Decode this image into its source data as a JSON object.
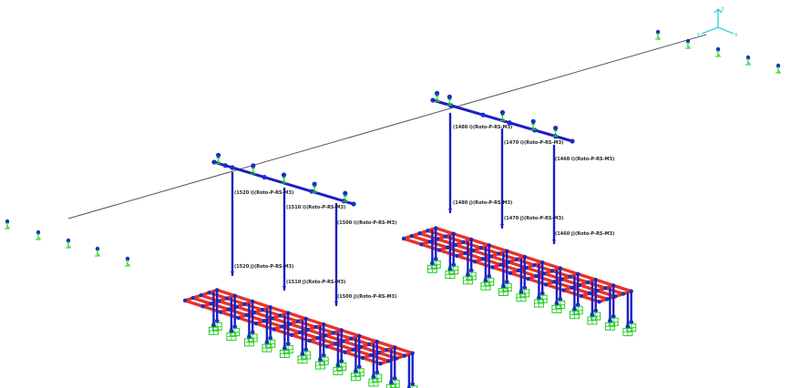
{
  "colors": {
    "background": "#ffffff",
    "beam": "#1a1fc4",
    "node": "#1730c8",
    "grid": "#e8322a",
    "support": "#22cc22",
    "axis_triad": "#14c8d0",
    "main_line": "#555555"
  },
  "axis_triad": {
    "z_label": "Z",
    "x_label": "X",
    "y_label": "Y"
  },
  "labels": {
    "left_a_top": "(1520 i)(Roto-P-RS-M3)",
    "left_a_bot": "(1520 j)(Roto-P-RS-M3)",
    "left_b_top": "(1510 i)(Roto-P-RS-M3)",
    "left_b_bot": "(1510 j)(Roto-P-RS-M3)",
    "left_c_top": "(1500 i)(Roto-P-RS-M3)",
    "left_c_bot": "(1500 j)(Roto-P-RS-M3)",
    "right_a_top": "(1480 i)(Roto-P-RS-M3)",
    "right_a_bot": "(1480 j)(Roto-P-RS-M3)",
    "right_b_top": "(1470 i)(Roto-P-RS-M3)",
    "right_b_bot": "(1470 j)(Roto-P-RS-M3)",
    "right_c_top": "(1460 i)(Roto-P-RS-M3)",
    "right_c_bot": "(1460 j)(Roto-P-RS-M3)"
  }
}
